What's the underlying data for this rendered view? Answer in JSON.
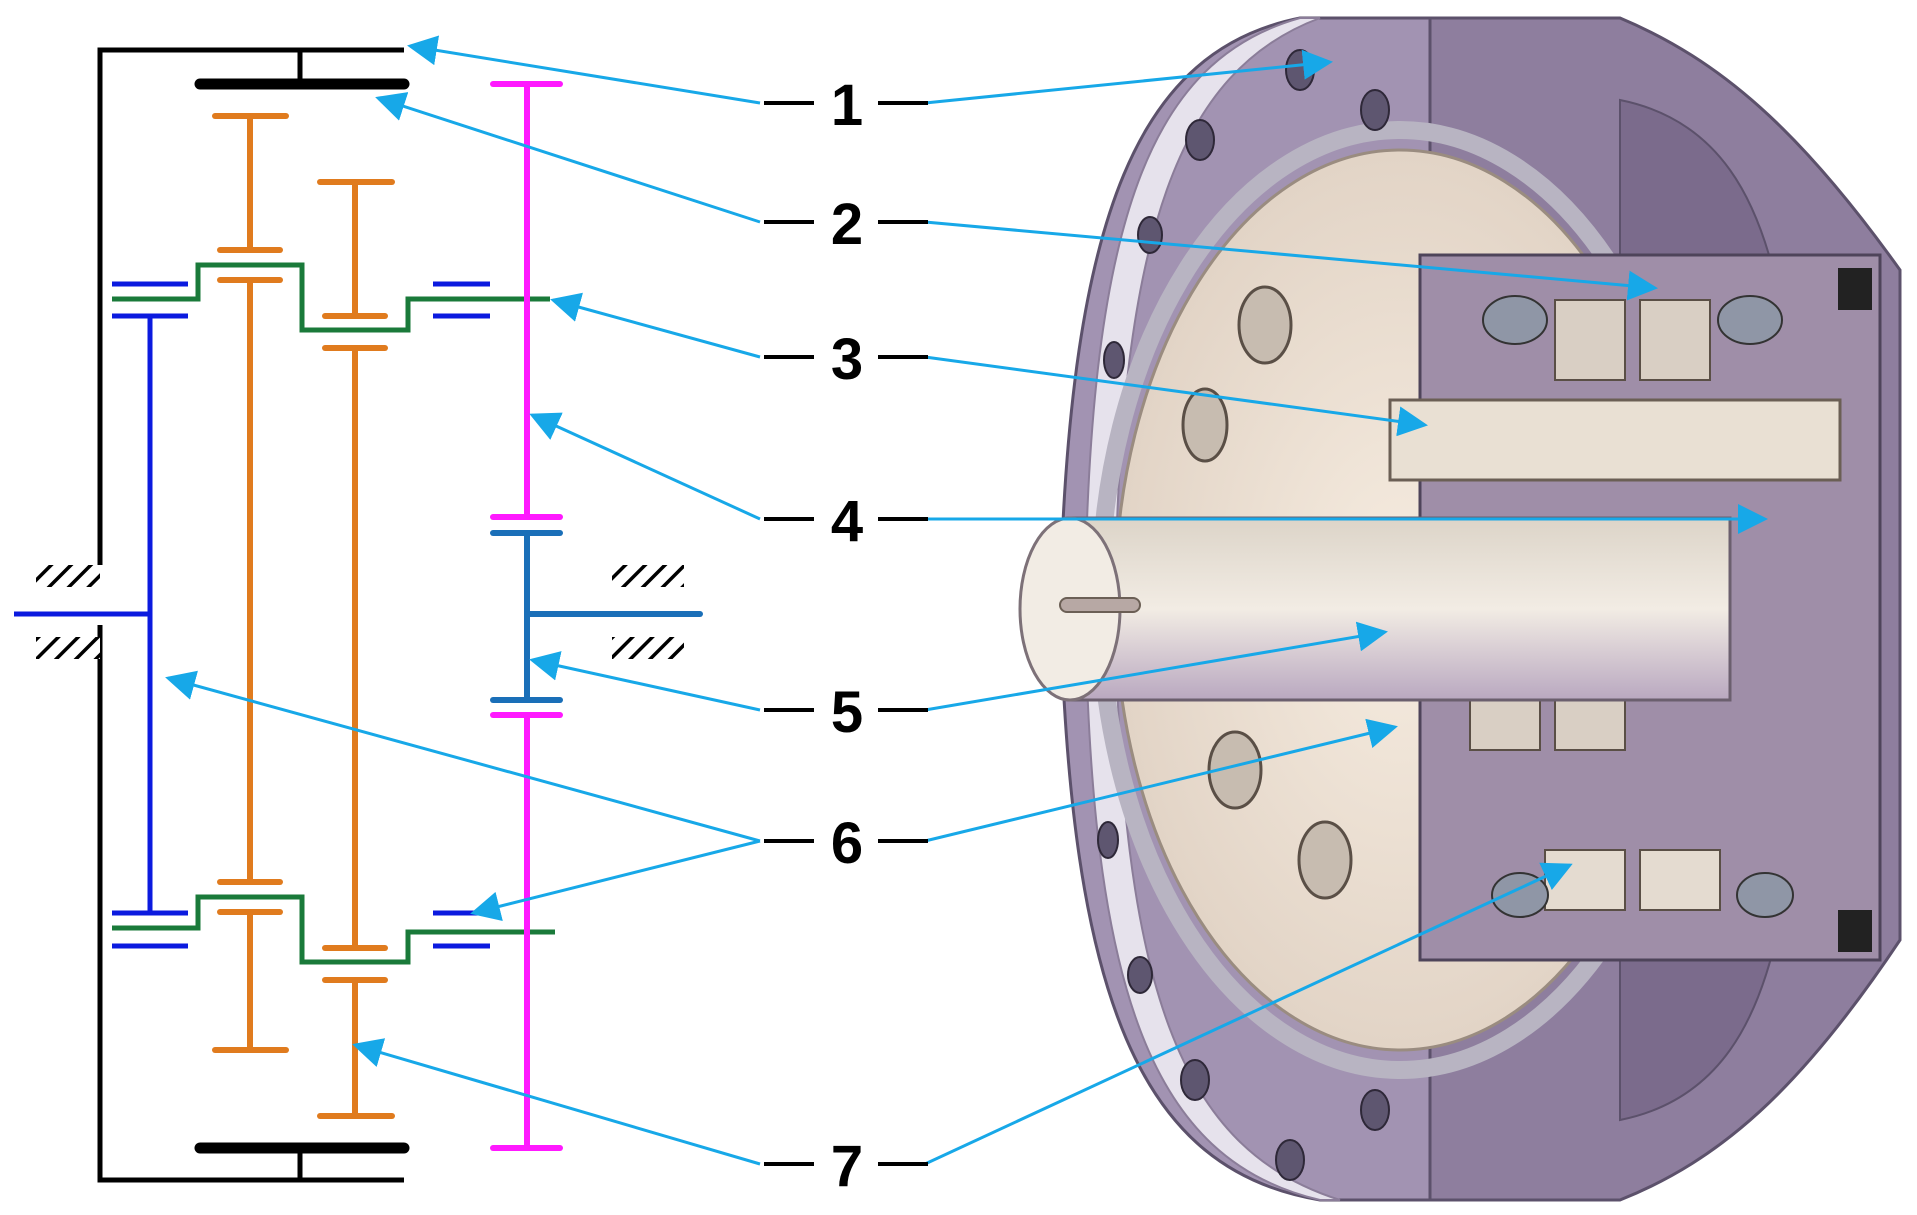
{
  "callouts": [
    {
      "id": "c1",
      "label": "1"
    },
    {
      "id": "c2",
      "label": "2"
    },
    {
      "id": "c3",
      "label": "3"
    },
    {
      "id": "c4",
      "label": "4"
    },
    {
      "id": "c5",
      "label": "5"
    },
    {
      "id": "c6",
      "label": "6"
    },
    {
      "id": "c7",
      "label": "7"
    }
  ],
  "colors": {
    "housing": "#000000",
    "planet_gear": "#e07b1e",
    "planet_carrier": "#1a7a3a",
    "sun_shaft": "#0b1adf",
    "ring_gear": "#ff19ff",
    "input_shaft": "#1a6fb8",
    "leader_arrow": "#17a8e8",
    "model_purple": "#8e7e9e",
    "model_cream": "#efe2d2"
  }
}
